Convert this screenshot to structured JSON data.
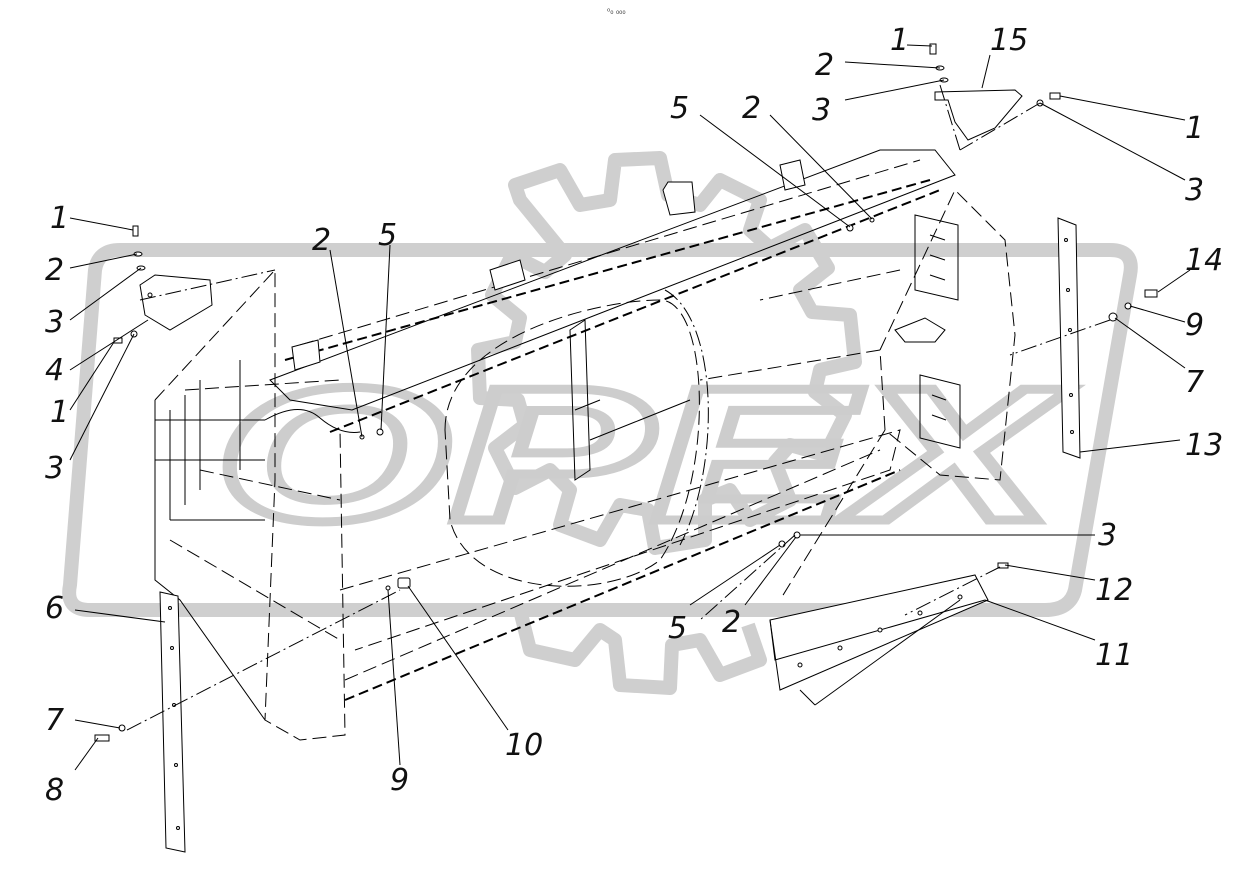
{
  "header": {
    "mark": "⁰₀ ₀₀₀"
  },
  "watermark": {
    "text": "OPEX"
  },
  "callouts": [
    {
      "id": "c-1a",
      "label": "1"
    },
    {
      "id": "c-2a",
      "label": "2"
    },
    {
      "id": "c-3a",
      "label": "3"
    },
    {
      "id": "c-4",
      "label": "4"
    },
    {
      "id": "c-1b",
      "label": "1"
    },
    {
      "id": "c-3b",
      "label": "3"
    },
    {
      "id": "c-2b",
      "label": "2"
    },
    {
      "id": "c-5a",
      "label": "5"
    },
    {
      "id": "c-5b",
      "label": "5"
    },
    {
      "id": "c-2c",
      "label": "2"
    },
    {
      "id": "c-1c",
      "label": "1"
    },
    {
      "id": "c-2d",
      "label": "2"
    },
    {
      "id": "c-3c",
      "label": "3"
    },
    {
      "id": "c-15",
      "label": "15"
    },
    {
      "id": "c-1d",
      "label": "1"
    },
    {
      "id": "c-3d",
      "label": "3"
    },
    {
      "id": "c-14",
      "label": "14"
    },
    {
      "id": "c-9a",
      "label": "9"
    },
    {
      "id": "c-7a",
      "label": "7"
    },
    {
      "id": "c-13",
      "label": "13"
    },
    {
      "id": "c-3e",
      "label": "3"
    },
    {
      "id": "c-12",
      "label": "12"
    },
    {
      "id": "c-11",
      "label": "11"
    },
    {
      "id": "c-5c",
      "label": "5"
    },
    {
      "id": "c-2e",
      "label": "2"
    },
    {
      "id": "c-6",
      "label": "6"
    },
    {
      "id": "c-7b",
      "label": "7"
    },
    {
      "id": "c-8",
      "label": "8"
    },
    {
      "id": "c-9b",
      "label": "9"
    },
    {
      "id": "c-10",
      "label": "10"
    }
  ]
}
